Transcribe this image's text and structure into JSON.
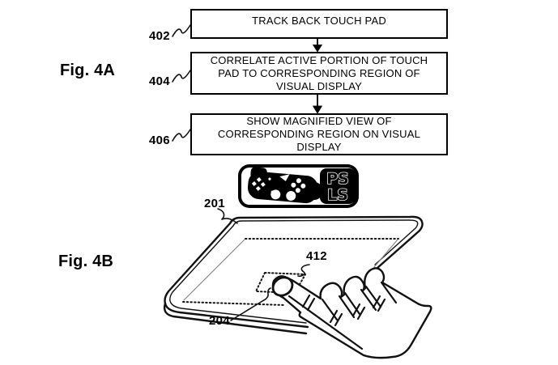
{
  "figure_4a": {
    "label": "Fig. 4A",
    "boxes": [
      {
        "ref": "402",
        "lines": [
          "TRACK BACK TOUCH PAD",
          "",
          ""
        ]
      },
      {
        "ref": "404",
        "lines": [
          "CORRELATE ACTIVE PORTION OF TOUCH",
          "PAD TO CORRESPONDING REGION OF",
          "VISUAL DISPLAY"
        ]
      },
      {
        "ref": "406",
        "lines": [
          "SHOW MAGNIFIED VIEW OF",
          "CORRESPONDING REGION ON VISUAL",
          "DISPLAY"
        ]
      }
    ]
  },
  "logo": {
    "name": "psls-gamepad-logo",
    "text_top": "PS",
    "text_bottom": "LS",
    "color": "#000000"
  },
  "figure_4b": {
    "label": "Fig. 4B",
    "refs": {
      "tablet": "201",
      "touch_pad_region": "204",
      "active_portion": "412"
    }
  },
  "colors": {
    "ink": "#111111",
    "background": "#ffffff",
    "faint_line": "#8a8a8a"
  }
}
